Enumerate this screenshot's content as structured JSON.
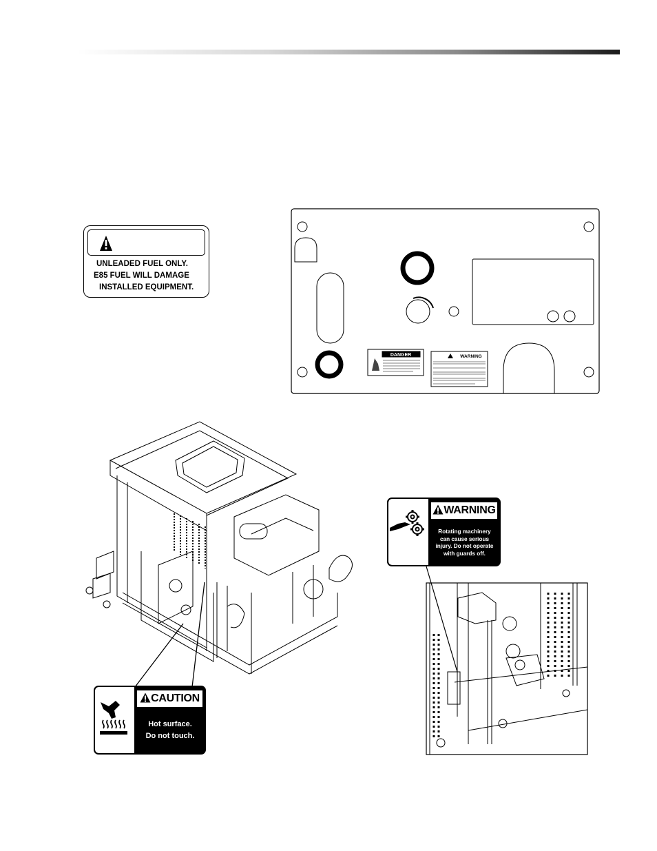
{
  "fuel_label": {
    "line1": "UNLEADED FUEL ONLY.",
    "line2": "E85 FUEL WILL DAMAGE",
    "line3": "INSTALLED EQUIPMENT.",
    "icon": "exclamation-icon"
  },
  "panel": {
    "danger_label": "DANGER",
    "warning_label": "WARNING"
  },
  "warning_decal": {
    "title": "WARNING",
    "text_lines": [
      "Rotating machinery",
      "can cause serious",
      "injury. Do not operate",
      "with guards off."
    ],
    "icon": "rotating-gears-hand-icon"
  },
  "caution_decal": {
    "title": "CAUTION",
    "text_lines": [
      "Hot surface.",
      "Do not touch."
    ],
    "icon": "hot-surface-hand-icon"
  }
}
